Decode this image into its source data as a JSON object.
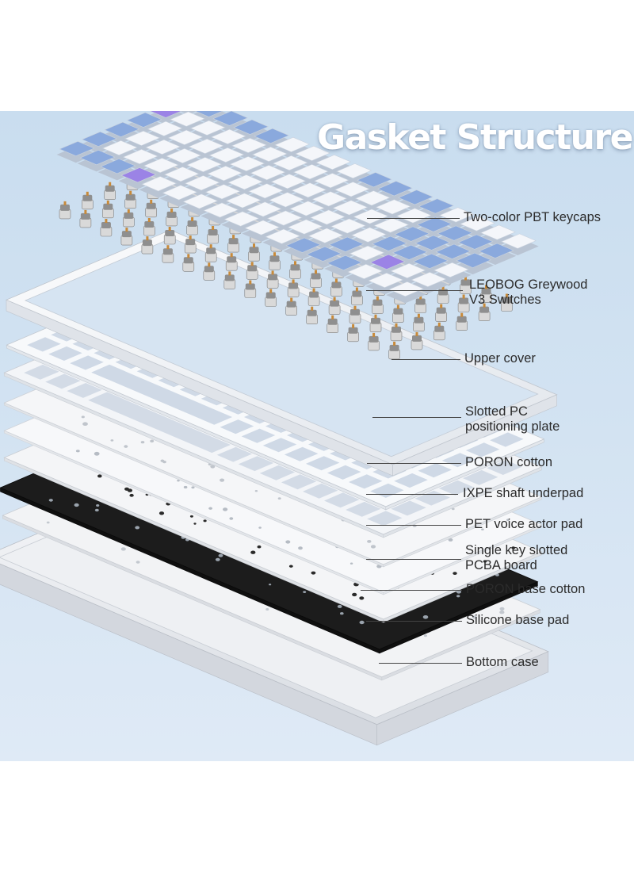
{
  "title": "Gasket Structure",
  "colors": {
    "background_top": "#c9ddef",
    "background_bottom": "#dfeaf6",
    "keycap_white": "#f4f6fa",
    "keycap_blue": "#8aa9dd",
    "keycap_purple": "#9b83e6",
    "switch_grey": "#8f8f8f",
    "switch_stem": "#c88a3a",
    "plate_white": "#f1f3f6",
    "pcb_black": "#1c1c1c"
  },
  "layers": [
    {
      "id": "keycaps",
      "label_lines": [
        "Two-color PBT keycaps"
      ]
    },
    {
      "id": "switches",
      "label_lines": [
        "LEOBOG Greywood",
        "V3 Switches"
      ]
    },
    {
      "id": "upper-cover",
      "label_lines": [
        "Upper cover"
      ]
    },
    {
      "id": "pc-plate",
      "label_lines": [
        "Slotted PC",
        "positioning plate"
      ]
    },
    {
      "id": "poron-cotton",
      "label_lines": [
        "PORON cotton"
      ]
    },
    {
      "id": "ixpe-underpad",
      "label_lines": [
        "IXPE shaft underpad"
      ]
    },
    {
      "id": "pet-pad",
      "label_lines": [
        "PET voice actor pad"
      ]
    },
    {
      "id": "pcba-board",
      "label_lines": [
        "Single key slotted",
        "PCBA board"
      ]
    },
    {
      "id": "poron-base",
      "label_lines": [
        "PORON base cotton"
      ]
    },
    {
      "id": "silicone-pad",
      "label_lines": [
        "Silicone base pad"
      ]
    },
    {
      "id": "bottom-case",
      "label_lines": [
        "Bottom case"
      ]
    }
  ]
}
